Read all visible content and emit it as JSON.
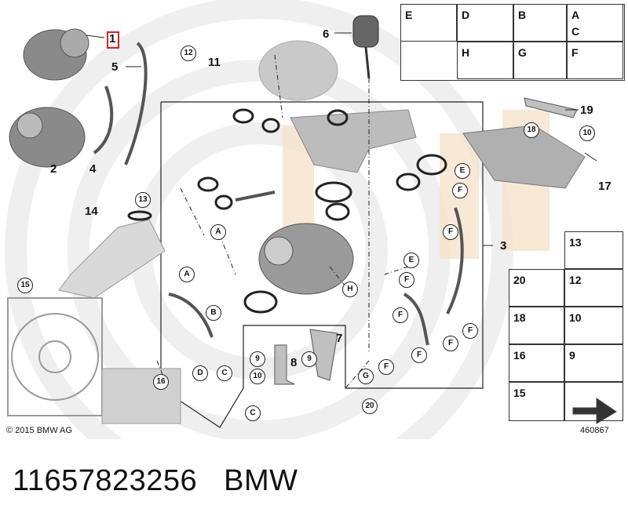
{
  "callouts": {
    "c1": "1",
    "c2": "2",
    "c3": "3",
    "c4": "4",
    "c5": "5",
    "c6": "6",
    "c7": "7",
    "c8": "8",
    "c9a": "9",
    "c9b": "9",
    "c10a": "10",
    "c10b": "10",
    "c11": "11",
    "c12": "12",
    "c13": "13",
    "c14": "14",
    "c15": "15",
    "c16": "16",
    "c17": "17",
    "c18": "18",
    "c19": "19",
    "c20": "20",
    "A1": "A",
    "A2": "A",
    "B1": "B",
    "C1": "C",
    "C2": "C",
    "D1": "D",
    "E1": "E",
    "E2": "E",
    "F1": "F",
    "F2": "F",
    "F3": "F",
    "F4": "F",
    "F5": "F",
    "F6": "F",
    "F7": "F",
    "F8": "F",
    "G1": "G",
    "H1": "H"
  },
  "hardware_top": [
    "E",
    "D",
    "B",
    "A",
    "C",
    "H",
    "G",
    "F"
  ],
  "hardware_right": [
    "13",
    "20",
    "12",
    "18",
    "10",
    "16",
    "9",
    "15"
  ],
  "copyright": "© 2015 BMW AG",
  "reference_number": "460867",
  "footer": {
    "part_number": "11657823256",
    "brand": "BMW"
  },
  "colors": {
    "accent_bands": "#f3dcc4",
    "gray_rings": "#eeeeee",
    "highlight": "#dd2222"
  }
}
